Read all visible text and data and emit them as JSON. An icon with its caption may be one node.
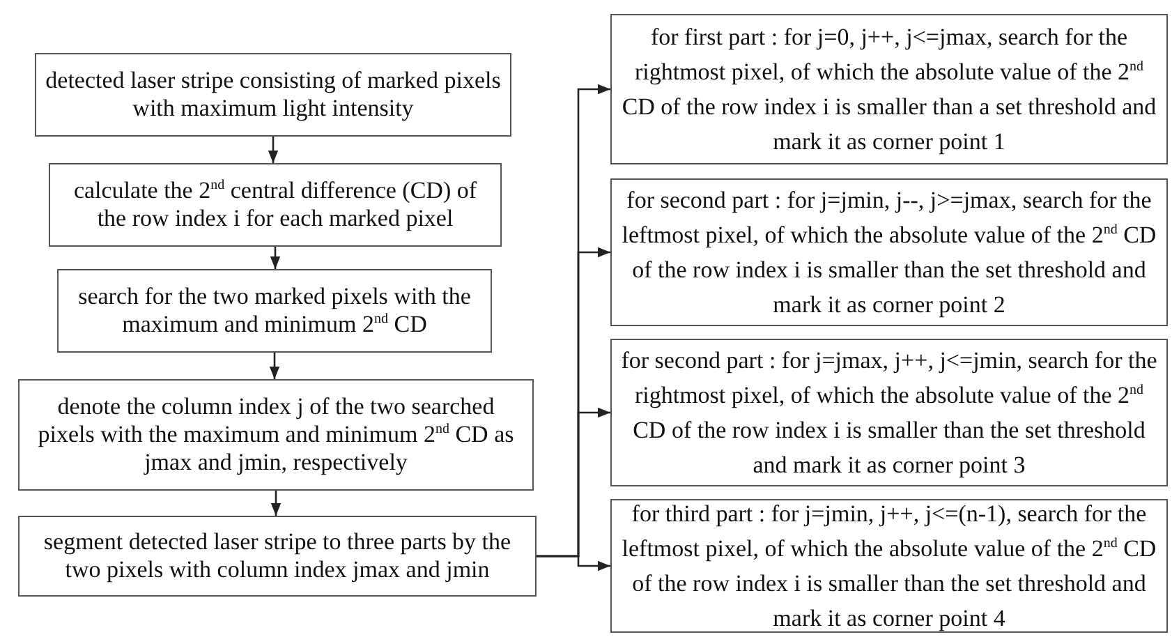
{
  "diagram": {
    "nodes": [
      {
        "text": [
          "detected laser stripe consisting of marked pixels with maximum light intensity"
        ]
      },
      {
        "text": [
          "calculate the 2$^{nd}$ central difference (CD) of the row index i for each marked pixel"
        ]
      },
      {
        "text": [
          "search for the two marked pixels with the maximum and minimum 2$^{nd}$ CD"
        ]
      },
      {
        "text": [
          "denote the column index j of the two searched pixels with the maximum and minimum 2$^{nd}$ CD as jmax and jmin, respectively"
        ]
      },
      {
        "text": [
          "segment detected laser stripe to three parts by the two pixels with column index jmax and jmin"
        ]
      },
      {
        "text": [
          "for first part : for j=0, j++, j<=jmax, search for the rightmost pixel, of which the absolute value of the 2$^{nd}$ CD of the row index i is smaller than a set threshold and mark it as corner point 1"
        ]
      },
      {
        "text": [
          "for second part : for j=jmin, j--, j>=jmax, search for the leftmost pixel, of which the absolute value of the 2$^{nd}$ CD of the row index i is smaller than the set threshold and mark it as corner point 2"
        ]
      },
      {
        "text": [
          "for second part : for j=jmax, j++, j<=jmin, search for the rightmost pixel, of which the absolute value of the 2$^{nd}$ CD of the row index i is smaller than the set threshold and mark it as corner point 3"
        ]
      },
      {
        "text": [
          "for third part : for j=jmin, j++, j<=(n-1), search for the leftmost pixel, of which the absolute value of the 2$^{nd}$ CD of the row index i is smaller than the set threshold and mark it as corner point 4"
        ]
      }
    ],
    "edges": [
      {
        "from": 0,
        "to": 1,
        "arrow": "to"
      },
      {
        "from": 1,
        "to": 2,
        "arrow": "to"
      },
      {
        "from": 2,
        "to": 3,
        "arrow": "to"
      },
      {
        "from": 3,
        "to": 4,
        "arrow": "to"
      },
      {
        "from": 4,
        "to": 5,
        "arrow": "to"
      },
      {
        "from": 4,
        "to": 6,
        "arrow": "to"
      },
      {
        "from": 4,
        "to": 7,
        "arrow": "to"
      },
      {
        "from": 4,
        "to": 8,
        "arrow": "to"
      }
    ]
  }
}
